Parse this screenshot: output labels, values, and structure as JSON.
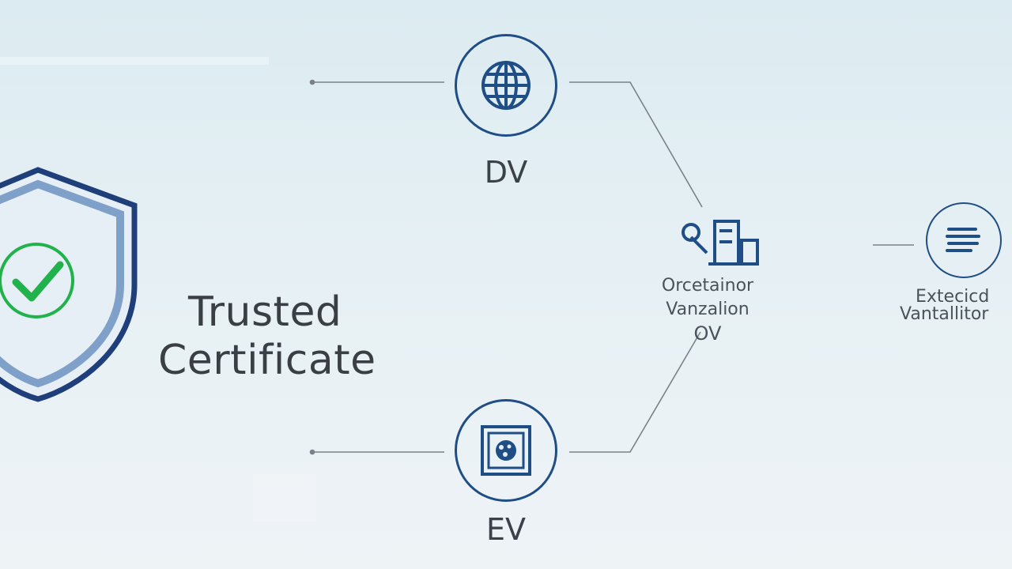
{
  "diagram": {
    "title_line1": "Trusted",
    "title_line2": "Certificate",
    "nodes": {
      "dv": {
        "label": "DV",
        "icon": "globe-icon"
      },
      "ev": {
        "label": "EV",
        "icon": "seal-icon"
      },
      "ov": {
        "line1": "Orcetainor",
        "line2": "Vanzalion",
        "abbr": "OV",
        "icon": "building-icon"
      },
      "ext": {
        "line1": "Extecicd",
        "line2": "Vantallitor",
        "icon": "document-lines-icon"
      }
    },
    "colors": {
      "accent": "#1f4e86",
      "shield_light": "#7fa0c9",
      "check": "#22b24c"
    }
  }
}
